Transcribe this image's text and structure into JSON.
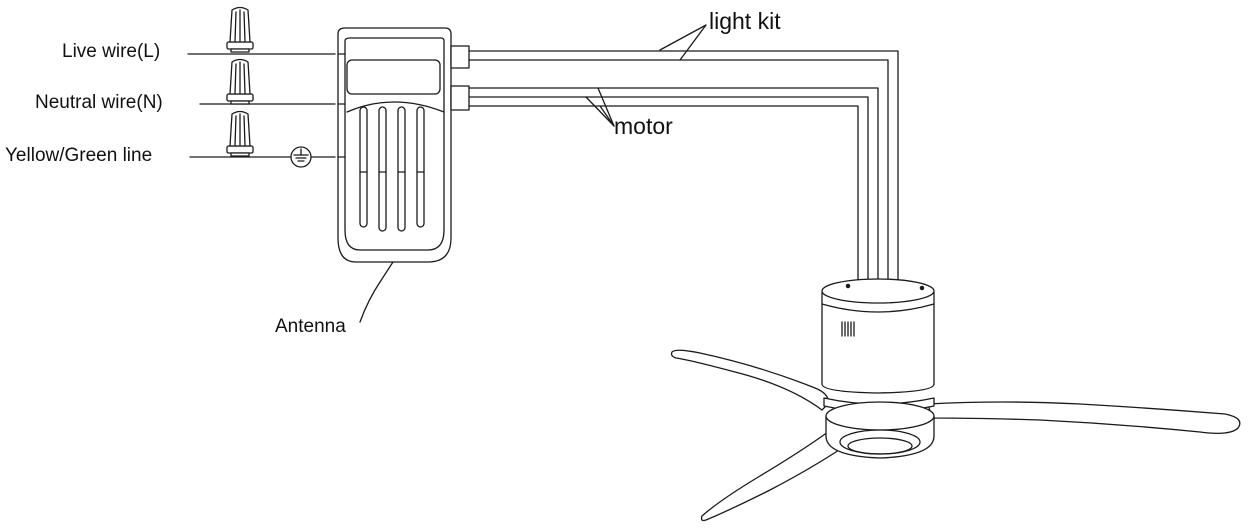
{
  "labels": {
    "live_wire": "Live wire(L)",
    "neutral_wire": "Neutral wire(N)",
    "ground_wire": "Yellow/Green line",
    "antenna": "Antenna",
    "light_kit": "light kit",
    "motor": "motor"
  },
  "colors": {
    "line": "#1a1a1a",
    "background": "#ffffff",
    "text": "#111111"
  },
  "icons": {
    "wire_connector": "wire-nut-icon",
    "ground": "ground-symbol-icon"
  }
}
